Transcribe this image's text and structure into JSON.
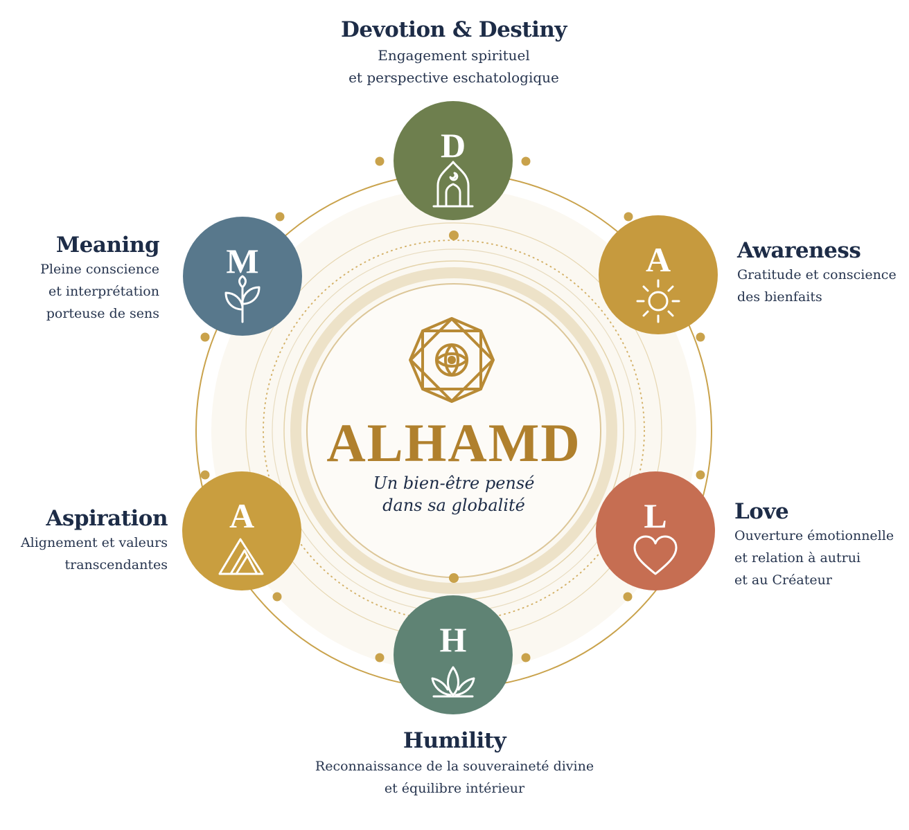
{
  "colors": {
    "gold": "#c9a24b",
    "gold_dark": "#b0802d",
    "navy": "#1d2c47",
    "devotion": "#6e7f4e",
    "awareness": "#c69a3e",
    "love": "#c66e52",
    "humility": "#5f8374",
    "aspiration": "#c99e3f",
    "meaning": "#58788c"
  },
  "center": {
    "brand": "ALHAMD",
    "tagline": [
      "Un bien-être pensé",
      "dans sa globalité"
    ],
    "emblem": "octagram-rosette-icon"
  },
  "pillars": [
    {
      "key": "devotion",
      "letter": "D",
      "title": "Devotion & Destiny",
      "desc": [
        "Engagement spirituel",
        "et perspective eschatologique"
      ],
      "icon": "mosque-arch-icon"
    },
    {
      "key": "awareness",
      "letter": "A",
      "title": "Awareness",
      "desc": [
        "Gratitude et conscience",
        "des bienfaits"
      ],
      "icon": "sun-icon"
    },
    {
      "key": "love",
      "letter": "L",
      "title": "Love",
      "desc": [
        "Ouverture émotionnelle",
        "et relation à autrui",
        "et au Créateur"
      ],
      "icon": "heart-icon"
    },
    {
      "key": "humility",
      "letter": "H",
      "title": "Humility",
      "desc": [
        "Reconnaissance de la souveraineté divine",
        "et équilibre intérieur"
      ],
      "icon": "lotus-icon"
    },
    {
      "key": "aspiration",
      "letter": "A",
      "title": "Aspiration",
      "desc": [
        "Alignement et valeurs",
        "transcendantes"
      ],
      "icon": "mountain-icon"
    },
    {
      "key": "meaning",
      "letter": "M",
      "title": "Meaning",
      "desc": [
        "Pleine conscience",
        "et interprétation",
        "porteuse de sens"
      ],
      "icon": "sprout-icon"
    }
  ]
}
